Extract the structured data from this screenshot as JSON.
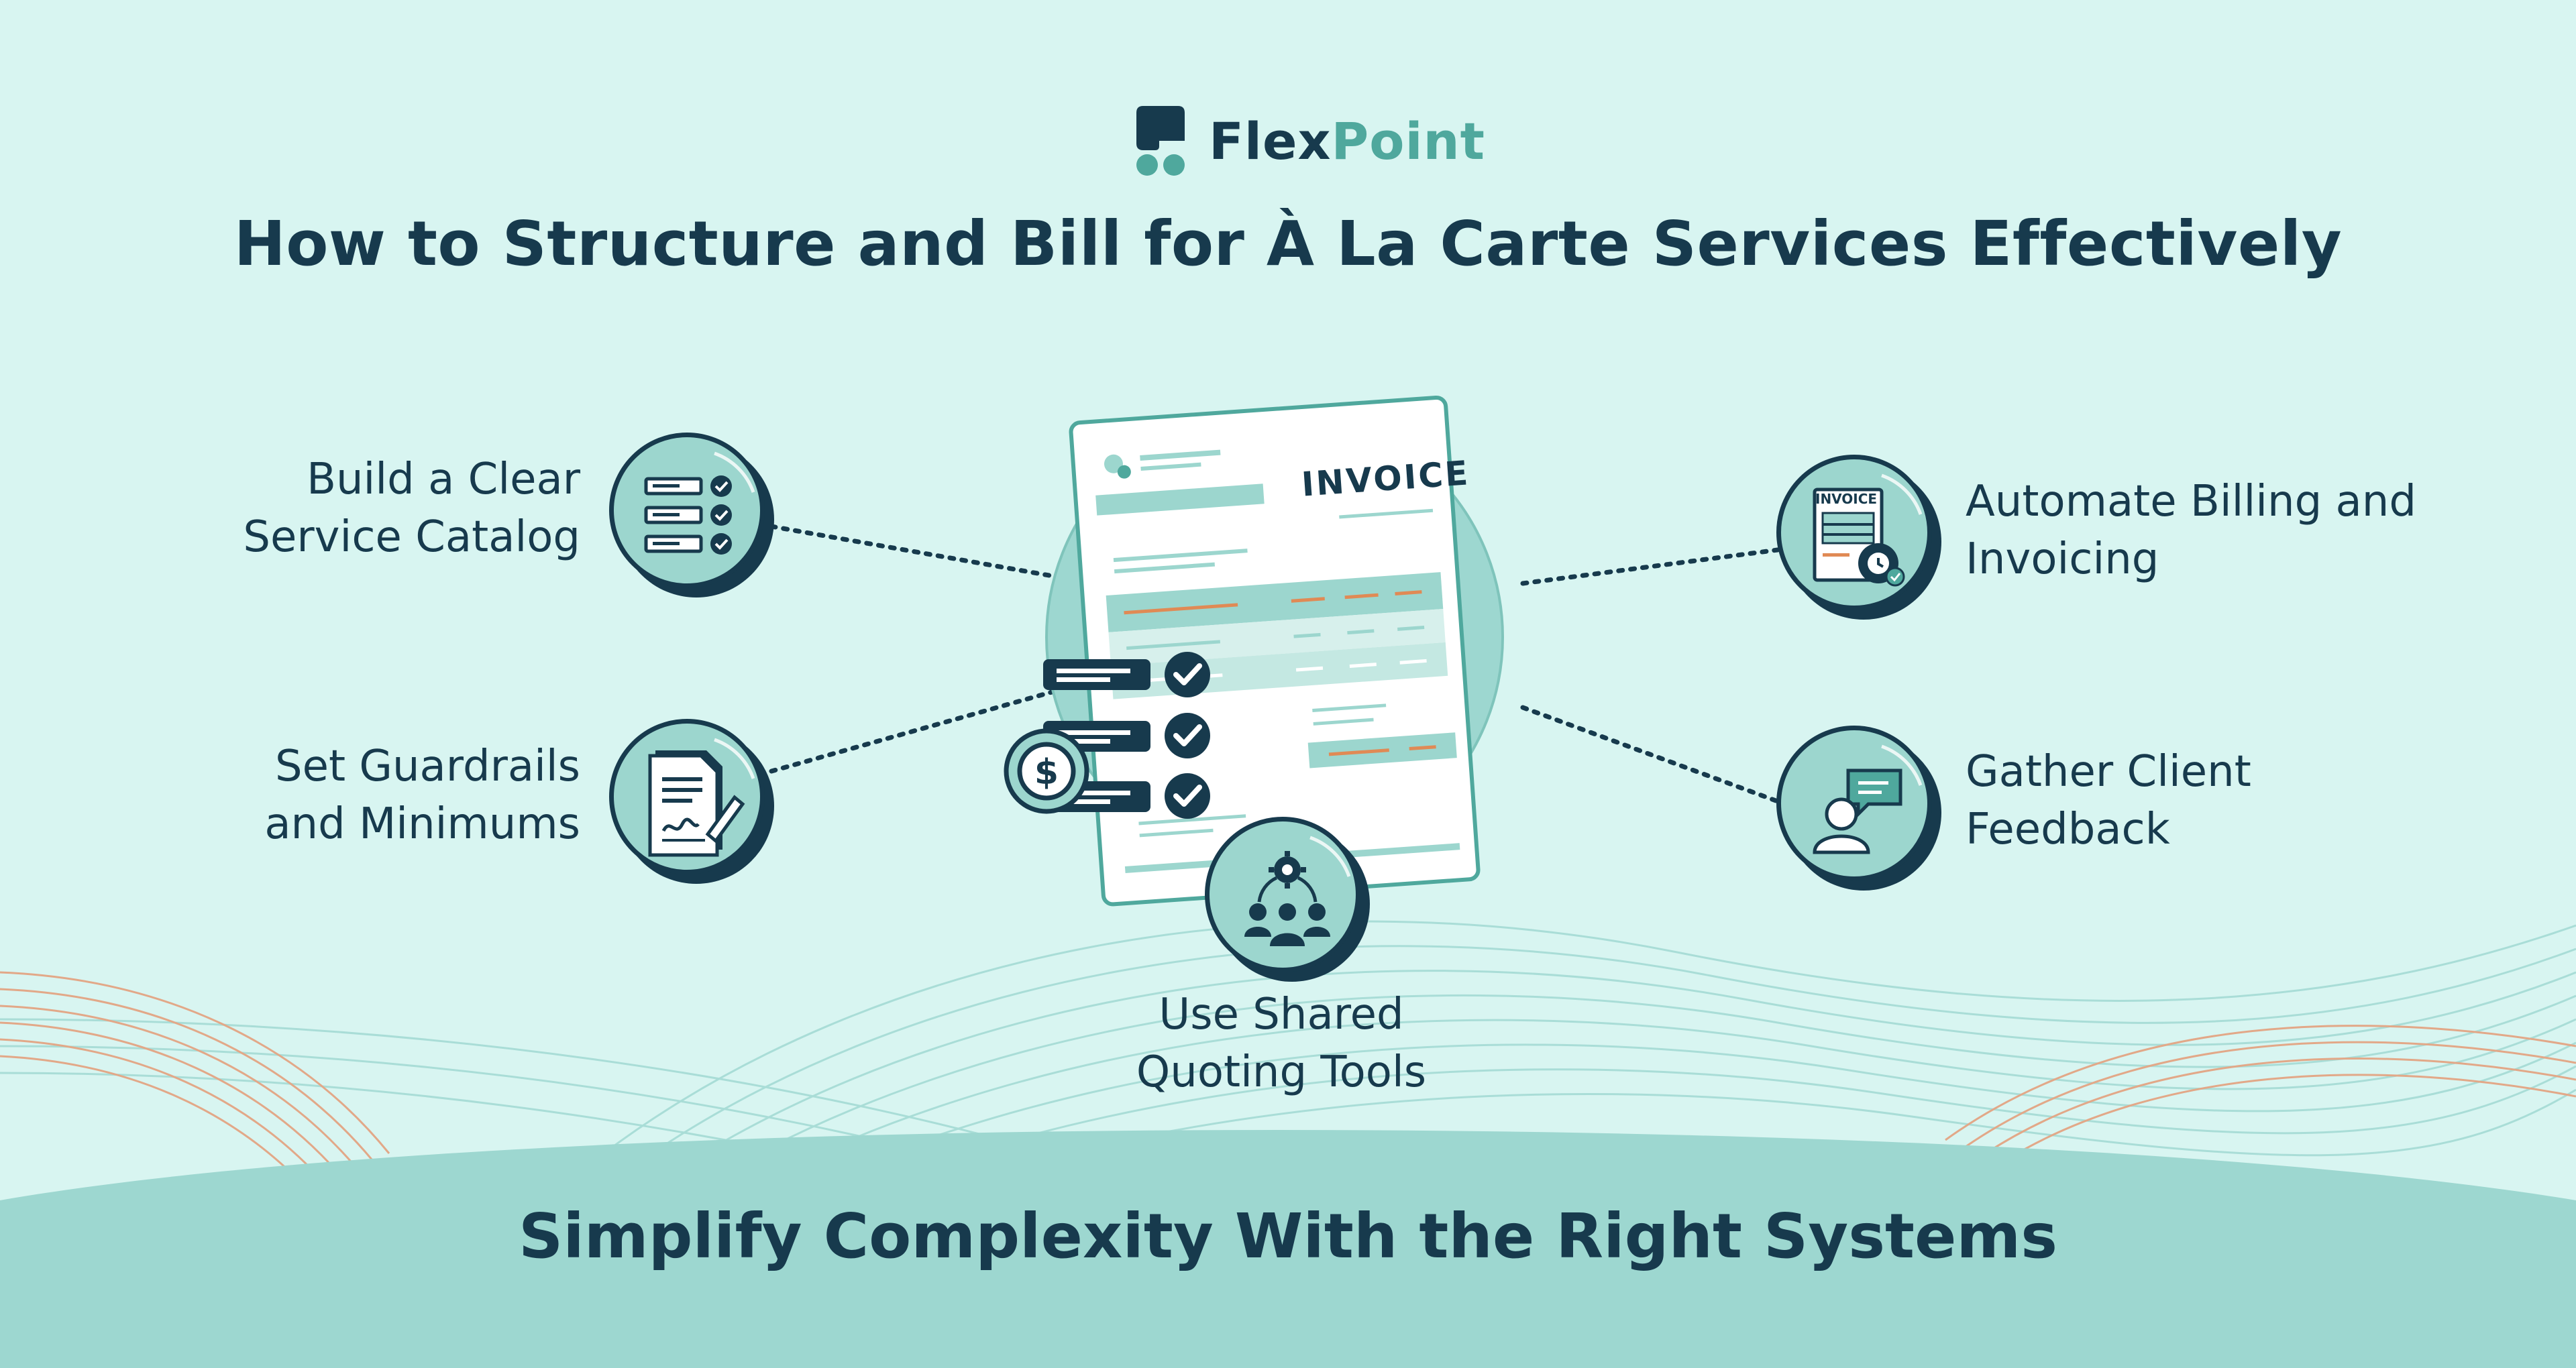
{
  "brand": {
    "name_part1": "Flex",
    "name_part2": "Point"
  },
  "title": "How to Structure and Bill for À La Carte Services Effectively",
  "invoice": {
    "heading": "INVOICE",
    "mini_heading": "INVOICE"
  },
  "steps": {
    "catalog": "Build a Clear\nService Catalog",
    "guardrails": "Set Guardrails\nand Minimums",
    "automate": "Automate Billing and\nInvoicing",
    "feedback": "Gather Client\nFeedback",
    "quoting": "Use Shared\nQuoting Tools"
  },
  "icons": {
    "catalog": "checklist-icon",
    "guardrails": "signed-contract-icon",
    "automate": "invoice-gear-icon",
    "feedback": "chat-person-icon",
    "quoting": "team-gear-icon",
    "dollar": "dollar-coin-icon"
  },
  "footer": "Simplify Complexity With the Right Systems",
  "colors": {
    "background": "#d8f5f1",
    "navy": "#173a4d",
    "teal": "#4fa89d",
    "mint": "#9cd6ce",
    "orange": "#e08a55"
  }
}
